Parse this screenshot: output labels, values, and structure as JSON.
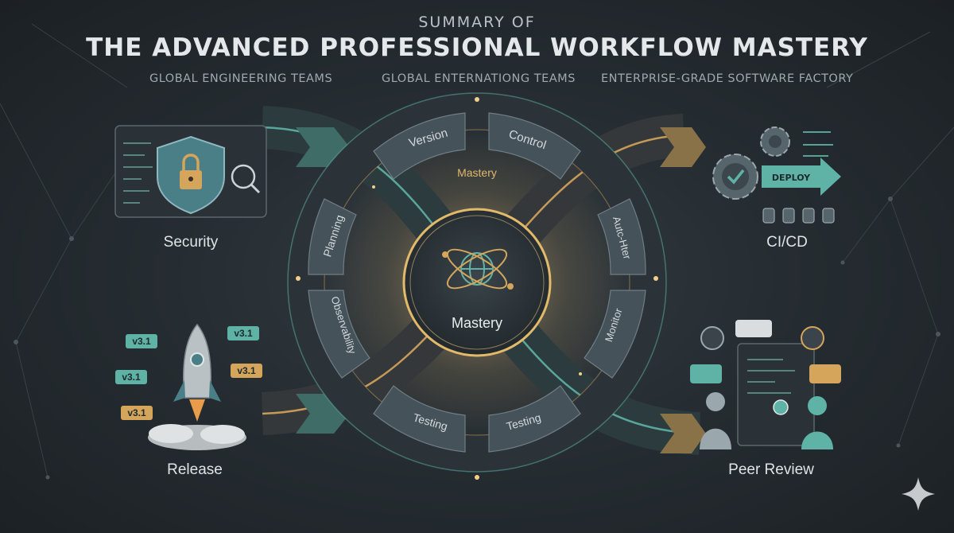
{
  "header": {
    "pretitle": "SUMMARY OF",
    "title": "THE ADVANCED PROFESSIONAL WORKFLOW MASTERY",
    "subtitles": [
      "GLOBAL ENGINEERING TEAMS",
      "GLOBAL ENTERNATIONG TEAMS",
      "ENTERPRISE-GRADE SOFTWARE FACTORY"
    ]
  },
  "ring": {
    "top_left": "Version",
    "top_right": "Control",
    "top_inner": "Mastery",
    "left_upper": "Planning",
    "left_lower": "Observability",
    "right_upper": "Autc-Hter",
    "right_lower": "Monitor",
    "bottom_left": "Testing",
    "bottom_right": "Testing"
  },
  "hub": {
    "label": "Mastery",
    "icon": "globe-atom-icon"
  },
  "corners": {
    "security": {
      "label": "Security",
      "icon": "shield-lock-icon"
    },
    "cicd": {
      "label": "CI/CD",
      "icon": "gears-icon",
      "deploy_label": "DEPLOY"
    },
    "release": {
      "label": "Release",
      "icon": "rocket-icon",
      "version_tags": [
        "v3.1",
        "v3.1",
        "v3.1",
        "v3.1",
        "v3.1"
      ]
    },
    "peer_review": {
      "label": "Peer Review",
      "icon": "people-review-icon"
    }
  },
  "colors": {
    "teal": "#5fb3a6",
    "gold": "#d4a55a",
    "segment": "#4a555c",
    "glow": "#f3d08a"
  },
  "watermark": {
    "icon": "sparkle-icon"
  }
}
